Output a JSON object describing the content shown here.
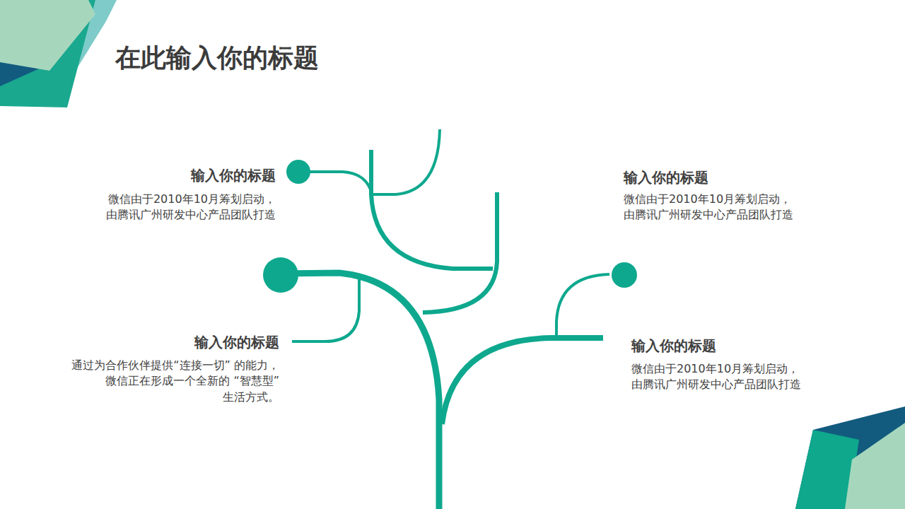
{
  "diagram": {
    "title": "在此输入你的标题",
    "labels": [
      "输入你的标题",
      "微信由于2010年10月筹划启动， 由腾讯广州研发中心产品团队打造",
      "输入你的标题",
      "微信由于2010年10月筹划启动， 由腾讯广州研发中心产品团队打造",
      "输入你的标题",
      "通过为合作伙伴提供“连接一切” 的能力，微信正在形成一个全新的 “智慧型”生活方式。",
      "输入你的标题",
      "微信由于2010年10月筹划启动， 由腾讯广州研发中心产品团队打造"
    ]
  }
}
